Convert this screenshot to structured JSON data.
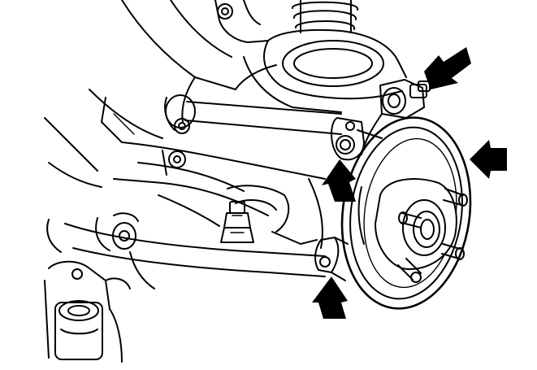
{
  "diagram": {
    "type": "line-art",
    "subject": "suspension-assembly",
    "colors": {
      "line": "#000000",
      "background": "#ffffff",
      "arrow": "#000000"
    },
    "arrow_count": 4
  }
}
